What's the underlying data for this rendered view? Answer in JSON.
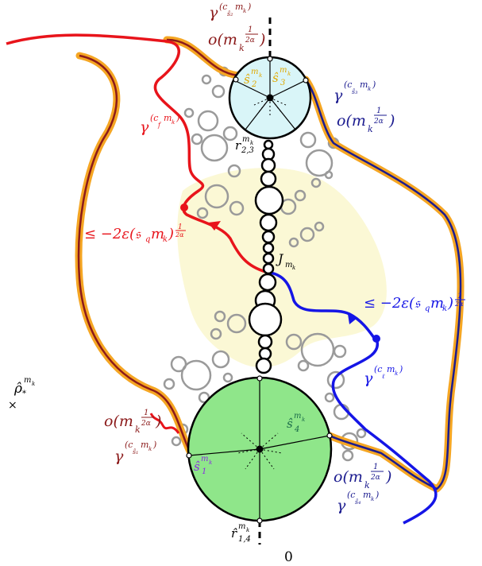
{
  "labels": {
    "gamma_top": "γ",
    "gamma_top_sup": "(c",
    "gamma_top_sup_sub": "ŝ₂",
    "gamma_top_sup_m": "m",
    "gamma_top_sup_k": "k",
    "gamma_top_sup_close": ")",
    "o_top": "o(m",
    "o_top_k": "k",
    "o_top_frac_num": "1",
    "o_top_frac_den": "2α",
    "o_top_close": ")",
    "gamma_right": "γ",
    "gamma_right_sup": "(c",
    "gamma_right_sup_sub": "ŝ₃",
    "gamma_right_sup_m": "m",
    "gamma_right_sup_k": "k",
    "gamma_right_sup_close": ")",
    "o_right": "o(m",
    "o_right_k": "k",
    "o_right_frac_num": "1",
    "o_right_frac_den": "2α",
    "o_right_close": ")",
    "gamma_f": "γ",
    "gamma_f_sup": "(c",
    "gamma_f_sup_sub": "f",
    "gamma_f_sup_m": "m",
    "gamma_f_sup_k": "k",
    "gamma_f_sup_close": ")",
    "s2": "ŝ",
    "s2_sub": "2",
    "s2_m": "m",
    "s2_k": "k",
    "s3": "ŝ",
    "s3_sub": "3",
    "s3_m": "m",
    "s3_k": "k",
    "r23": "r",
    "r23_sub": "2,3",
    "r23_m": "m",
    "r23_k": "k",
    "bound_left": "≤ −2ε(𝔰",
    "bound_left_q": "q",
    "bound_left_mid": "m",
    "bound_left_k": "k",
    "bound_left_close": ")",
    "bound_left_num": "1",
    "bound_left_den": "2α",
    "J": "J",
    "J_m": "m",
    "J_k": "k",
    "bound_right": "≤ −2ε(𝔰",
    "bound_right_q": "q",
    "bound_right_mid": "m",
    "bound_right_k": "k",
    "bound_right_close": ")",
    "bound_right_num": "1",
    "bound_right_den": "2α",
    "gamma_l": "γ",
    "gamma_l_sup": "(c",
    "gamma_l_sup_sub": "ℓ",
    "gamma_l_sup_m": "m",
    "gamma_l_sup_k": "k",
    "gamma_l_sup_close": ")",
    "rho": "ρ̂",
    "rho_sub": "*",
    "rho_m": "m",
    "rho_k": "k",
    "cross": "×",
    "o_left": "o(m",
    "o_left_k": "k",
    "o_left_frac_num": "1",
    "o_left_frac_den": "2α",
    "o_left_close": ")",
    "gamma_left": "γ",
    "gamma_left_sup": "(c",
    "gamma_left_sup_sub": "ŝ₁",
    "gamma_left_sup_m": "m",
    "gamma_left_sup_k": "k",
    "gamma_left_sup_close": ")",
    "s4": "ŝ",
    "s4_sub": "4",
    "s4_m": "m",
    "s4_k": "k",
    "s1": "ŝ",
    "s1_sub": "1",
    "s1_m": "m",
    "s1_k": "k",
    "o_br": "o(m",
    "o_br_k": "k",
    "o_br_frac_num": "1",
    "o_br_frac_den": "2α",
    "o_br_close": ")",
    "gamma_br": "γ",
    "gamma_br_sup": "(c",
    "gamma_br_sup_sub": "ŝ₄",
    "gamma_br_sup_m": "m",
    "gamma_br_sup_k": "k",
    "gamma_br_sup_close": ")",
    "r14": "r̂",
    "r14_sub": "1,4",
    "r14_m": "m",
    "r14_k": "k",
    "zero": "0"
  },
  "colors": {
    "orange": "#f5a623",
    "dark_red": "#8b1a1a",
    "red": "#e8141b",
    "navy": "#1b1b8f",
    "blue": "#1515e6",
    "cyan_fill": "#d9f5f8",
    "green_fill": "#8fe68a",
    "yellow_fill": "#fbf8d5",
    "gray": "#9a9a9a",
    "black": "#000000",
    "purple": "#8a2be2",
    "gold": "#e0a800",
    "teal": "#1a6b4a"
  }
}
